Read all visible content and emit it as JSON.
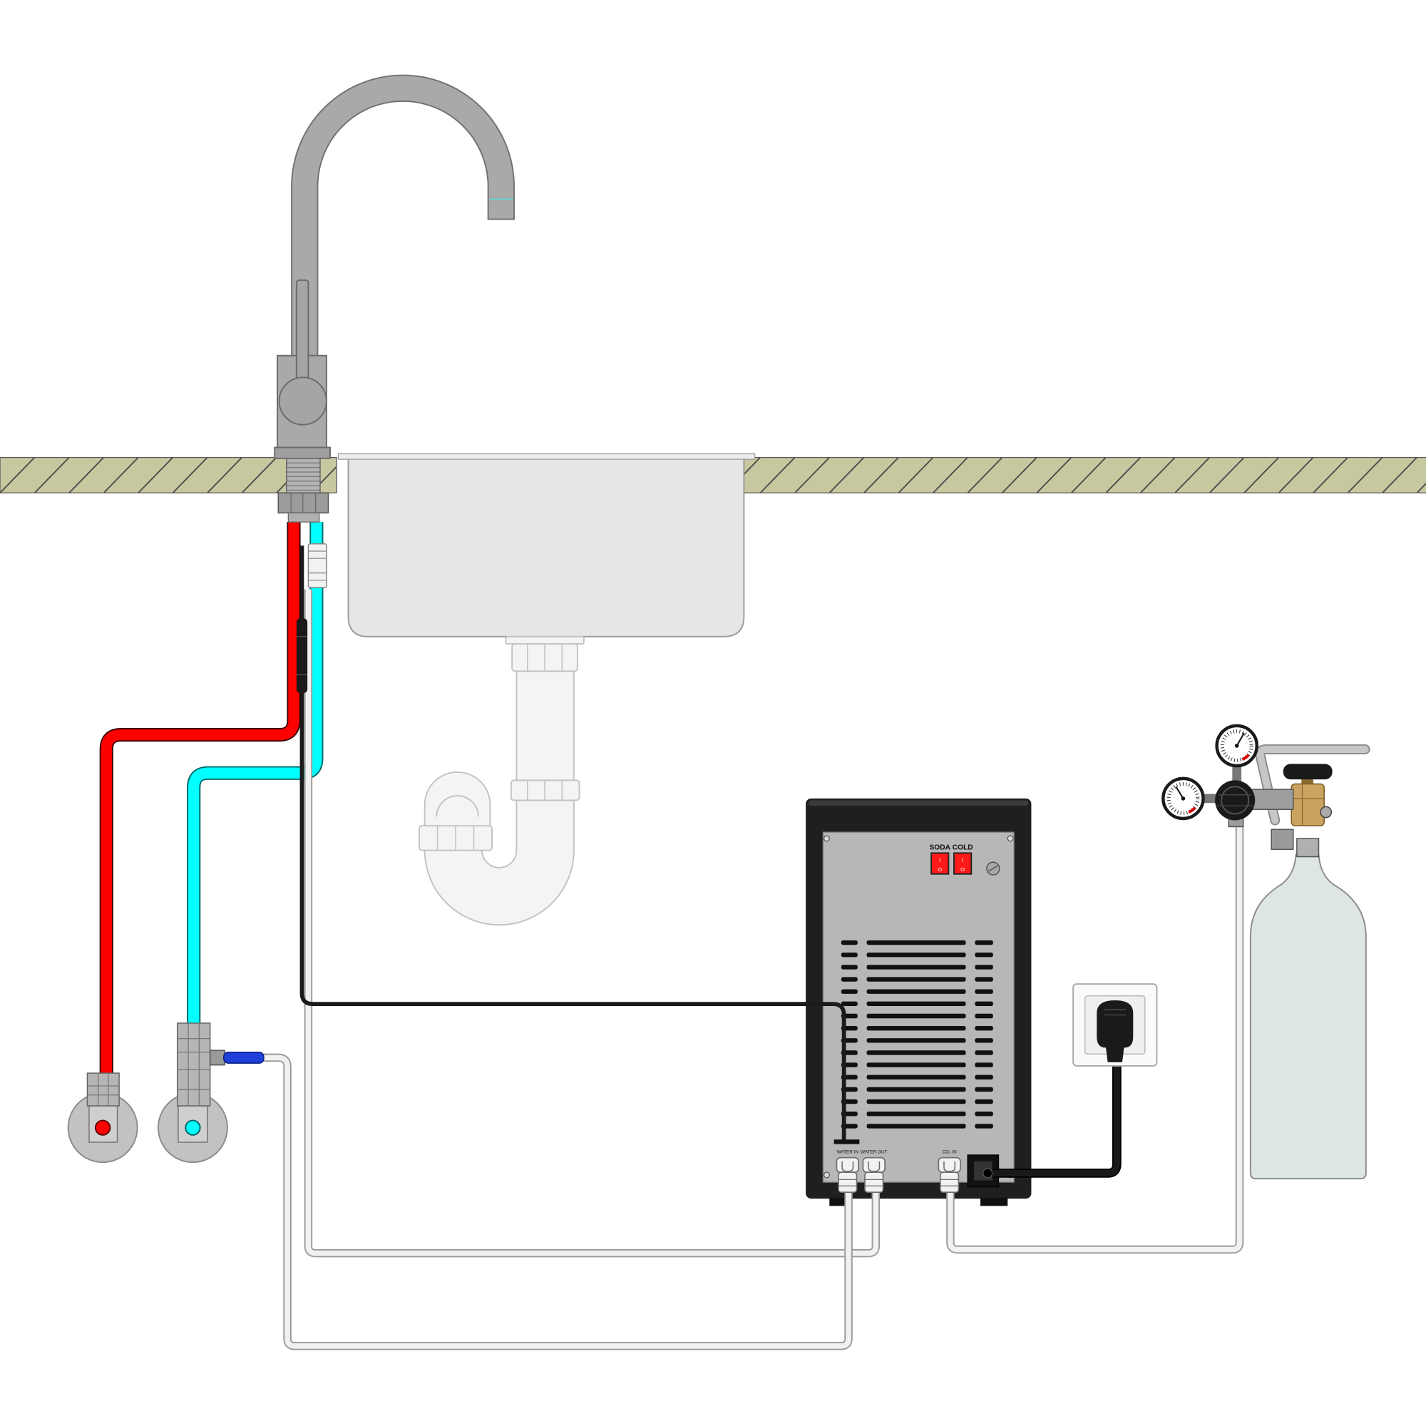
{
  "unit": {
    "switches": [
      {
        "label": "SODA",
        "on_mark": "I",
        "off_mark": "O"
      },
      {
        "label": "COLD",
        "on_mark": "I",
        "off_mark": "O"
      }
    ],
    "ports": {
      "water_in": "WATER IN",
      "water_out": "WATER OUT",
      "co2_in": "CO₂ IN"
    }
  },
  "colors": {
    "hot_line": "#ff0000",
    "cold_line": "#00ffff",
    "power_cable": "#1a1a1a",
    "ball_valve_handle": "#1e3fd8",
    "switch": "#ff1a1a",
    "countertop": "#c8c8a0",
    "co2_cylinder": "#dde6e4",
    "brass_valve": "#c9a35f"
  }
}
